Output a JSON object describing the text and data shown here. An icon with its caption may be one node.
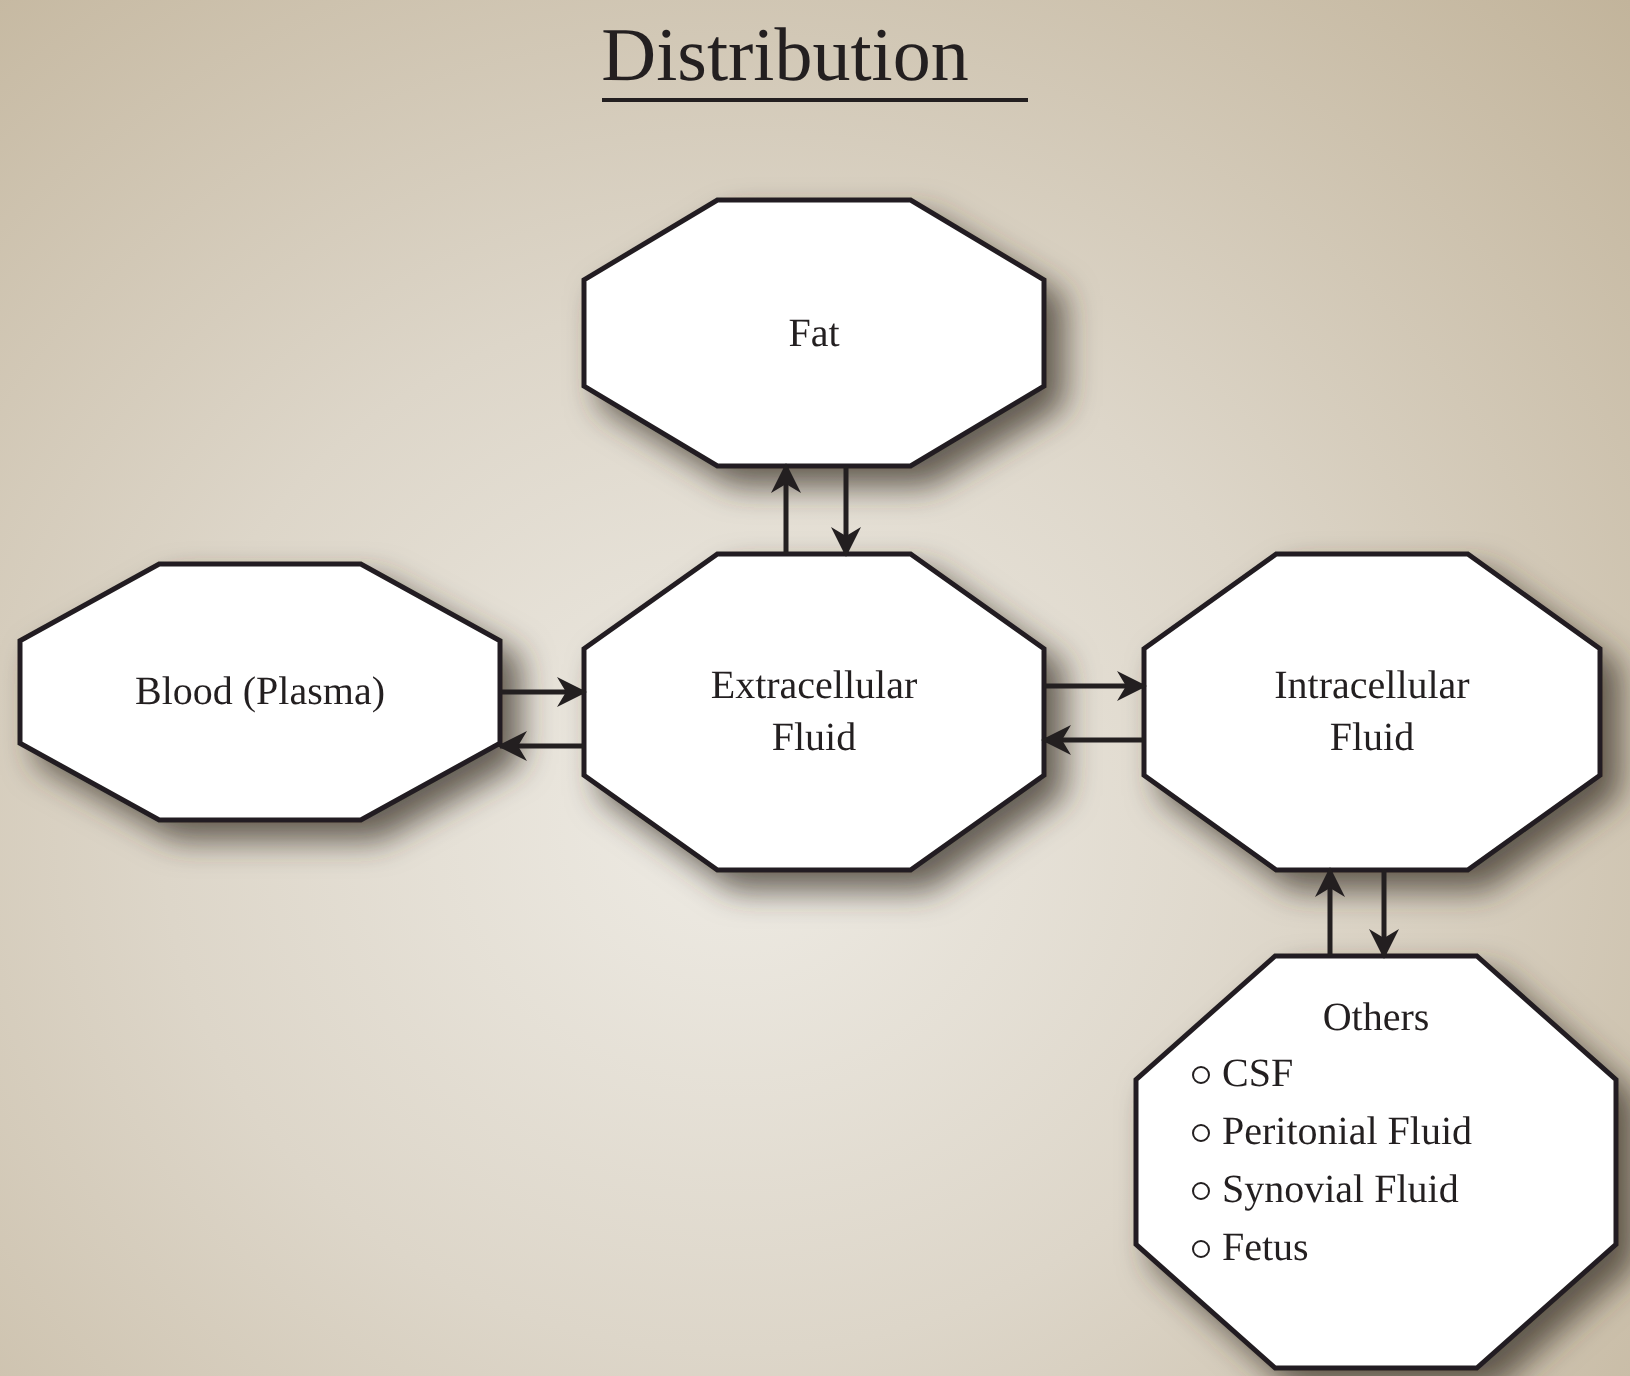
{
  "diagram": {
    "title": "Distribution",
    "nodes": [
      {
        "text": [
          "Fat"
        ]
      },
      {
        "text": [
          "Blood (Plasma)"
        ]
      },
      {
        "text": [
          "Extracellular Fluid"
        ]
      },
      {
        "text": [
          "Intracellular Fluid"
        ]
      },
      {
        "text": [
          "Others",
          "CSF",
          "Peritonial Fluid",
          "Synovial Fluid",
          "Fetus"
        ]
      }
    ],
    "edges": [
      {
        "from": 2,
        "to": 0,
        "arrow": "to"
      },
      {
        "from": 0,
        "to": 2,
        "arrow": "to"
      },
      {
        "from": 1,
        "to": 2,
        "arrow": "to"
      },
      {
        "from": 2,
        "to": 1,
        "arrow": "to"
      },
      {
        "from": 2,
        "to": 3,
        "arrow": "to"
      },
      {
        "from": 3,
        "to": 2,
        "arrow": "to"
      },
      {
        "from": 4,
        "to": 3,
        "arrow": "to"
      },
      {
        "from": 3,
        "to": 4,
        "arrow": "to"
      }
    ]
  }
}
